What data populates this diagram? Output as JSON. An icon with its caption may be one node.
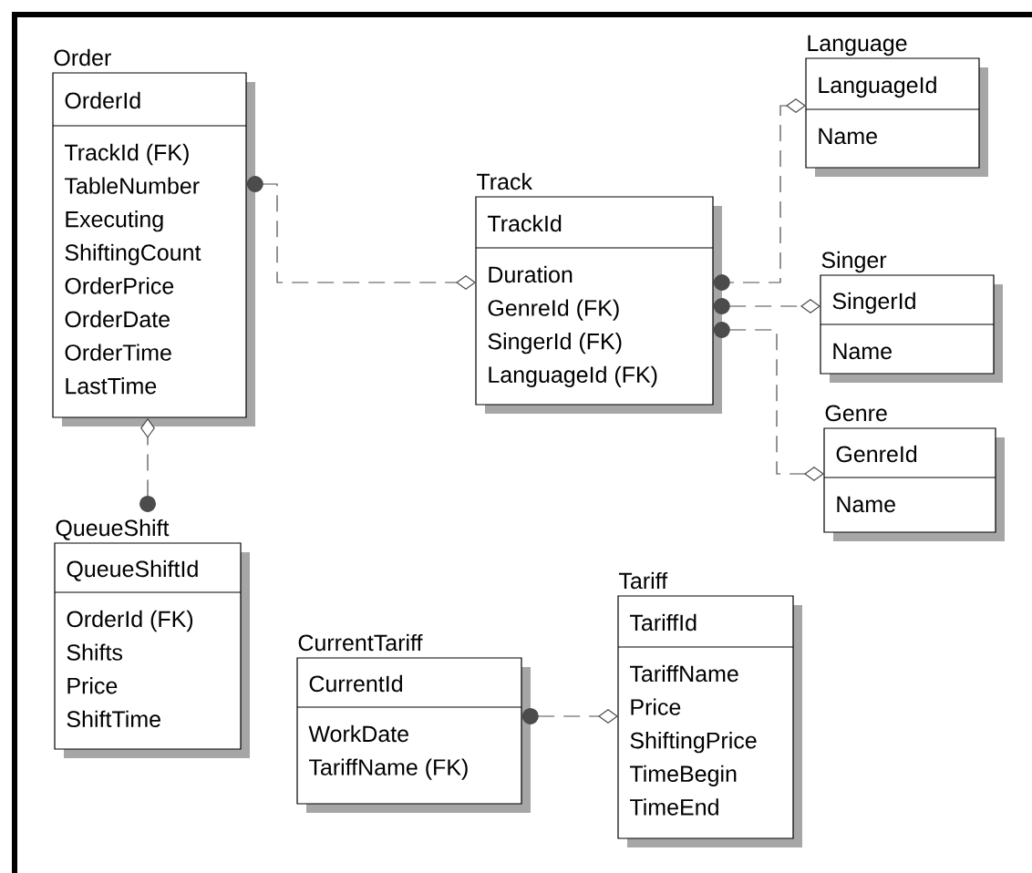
{
  "diagram": {
    "nodes": [
      {
        "text": [
          "Order",
          "OrderId",
          "TrackId (FK)",
          "TableNumber",
          "Executing",
          "ShiftingCount",
          "OrderPrice",
          "OrderDate",
          "OrderTime",
          "LastTime"
        ]
      },
      {
        "text": [
          "Track",
          "TrackId",
          "Duration",
          "GenreId (FK)",
          "SingerId (FK)",
          "LanguageId (FK)"
        ]
      },
      {
        "text": [
          "Language",
          "LanguageId",
          "Name"
        ]
      },
      {
        "text": [
          "Singer",
          "SingerId",
          "Name"
        ]
      },
      {
        "text": [
          "Genre",
          "GenreId",
          "Name"
        ]
      },
      {
        "text": [
          "QueueShift",
          "QueueShiftId",
          "OrderId (FK)",
          "Shifts",
          "Price",
          "ShiftTime"
        ]
      },
      {
        "text": [
          "CurrentTariff",
          "CurrentId",
          "WorkDate",
          "TariffName (FK)"
        ]
      },
      {
        "text": [
          "Tariff",
          "TariffId",
          "TariffName",
          "Price",
          "ShiftingPrice",
          "TimeBegin",
          "TimeEnd"
        ]
      }
    ],
    "edges": [
      {
        "from": 0,
        "to": 1,
        "arrow": "other",
        "style": "dashed"
      },
      {
        "from": 5,
        "to": 0,
        "arrow": "other",
        "style": "dashed"
      },
      {
        "from": 1,
        "to": 2,
        "arrow": "other",
        "style": "dashed"
      },
      {
        "from": 1,
        "to": 3,
        "arrow": "other",
        "style": "dashed"
      },
      {
        "from": 1,
        "to": 4,
        "arrow": "other",
        "style": "dashed"
      },
      {
        "from": 6,
        "to": 7,
        "arrow": "other",
        "style": "dashed"
      }
    ]
  }
}
